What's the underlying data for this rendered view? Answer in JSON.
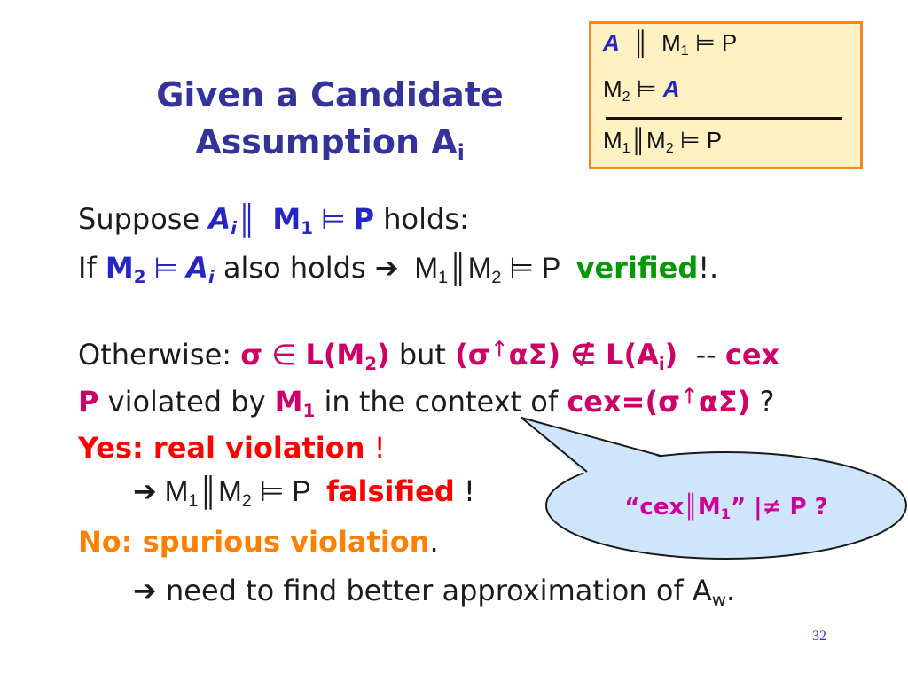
{
  "colors": {
    "title": "#333399",
    "blue": "#2626c4",
    "magenta": "#cc0066",
    "red": "#ff0000",
    "green": "#009a00",
    "orange": "#ff8000",
    "text": "#1c1c1c",
    "box_border": "#f0882a",
    "box_fill": "#fff1c2",
    "rule": "#111111",
    "callout_fill": "#cfe5fb",
    "callout_stroke": "#1a1a1a",
    "callout_text": "#cc0099",
    "page_number": "#3333aa"
  },
  "title": {
    "line1": "Given a Candidate",
    "line2": "Assumption A",
    "line2_sub": "i"
  },
  "rule_box": {
    "premise1": [
      "A",
      "  ║  M",
      "1",
      " ⊨ P"
    ],
    "premise2": [
      "M",
      "2",
      " ⊨ ",
      "A"
    ],
    "conclusion": [
      "M",
      "1",
      "║M",
      "2",
      " ⊨ P"
    ]
  },
  "body": {
    "line1": [
      "Suppose ",
      "A",
      "i",
      "║  ",
      "M",
      "1",
      " ⊨ ",
      "P",
      " holds:"
    ],
    "line2": [
      "If ",
      "M",
      "2",
      " ⊨ ",
      "A",
      "i",
      " also holds ",
      "➔",
      "  M",
      "1",
      "║M",
      "2",
      " ⊨ P  ",
      "verified",
      "!."
    ],
    "line3": [
      "Otherwise: ",
      "σ",
      " ∈ ",
      "L(M",
      "2",
      ")",
      " but ",
      "(σ",
      "↑",
      "αΣ) ∉ L(A",
      "i",
      ")",
      "  -- ",
      "cex"
    ],
    "line4": [
      "P",
      " violated by ",
      "M",
      "1",
      " in the context of ",
      "cex=(σ",
      "↑",
      "αΣ)",
      " ?"
    ],
    "line5": [
      "Yes:",
      " real violation",
      " !"
    ],
    "line6": [
      "➔",
      " M",
      "1",
      "║M",
      "2",
      " ⊨ P  ",
      "falsified",
      " !"
    ],
    "line7": [
      "No:",
      " spurious violation",
      "."
    ],
    "line8": [
      "➔",
      " need to find better approximation of A",
      "w",
      "."
    ]
  },
  "callout": {
    "text": [
      "“cex║M",
      "1",
      "” |≠ P ?"
    ]
  },
  "page_number": "32"
}
